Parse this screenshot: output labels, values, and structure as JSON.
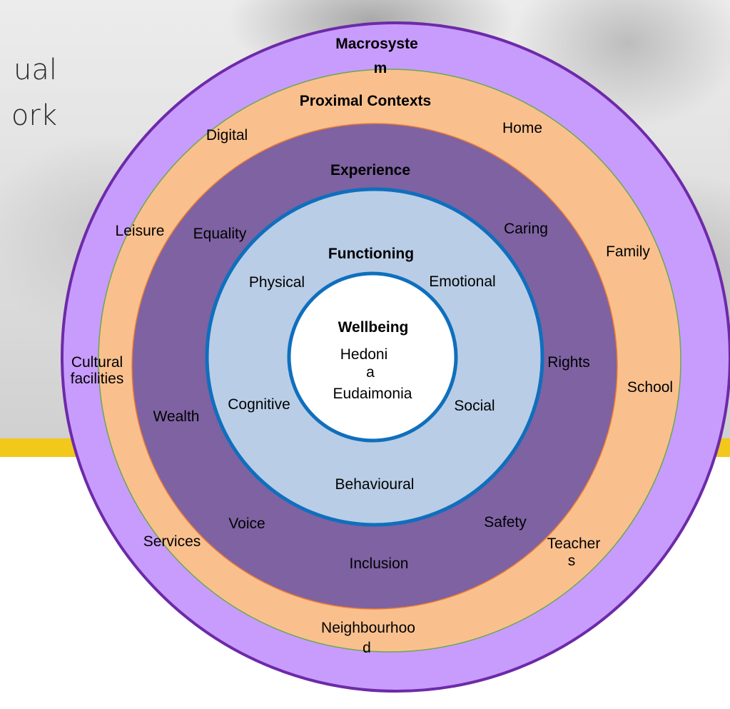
{
  "slide_title_lines": [
    "ual",
    "ork"
  ],
  "rings": {
    "macrosystem": {
      "title": "Macrosyste",
      "title_wrap": "m",
      "fill": "#c89cfc",
      "stroke": "#6d2aa8"
    },
    "proximal_contexts": {
      "title": "Proximal Contexts",
      "fill": "#f9c08e",
      "stroke": "#6aa84f",
      "items": {
        "digital": "Digital",
        "home": "Home",
        "leisure": "Leisure",
        "family": "Family",
        "cultural_1": "Cultural",
        "cultural_2": "facilities",
        "school": "School",
        "services": "Services",
        "teachers_1": "Teacher",
        "teachers_2": "s",
        "neighbourhood_1": "Neighbourhoo",
        "neighbourhood_2": "d"
      }
    },
    "experience": {
      "title": "Experience",
      "fill": "#7e62a2",
      "stroke": "#ed7d31",
      "items": {
        "equality": "Equality",
        "caring": "Caring",
        "rights": "Rights",
        "wealth": "Wealth",
        "voice": "Voice",
        "safety": "Safety",
        "inclusion": "Inclusion"
      }
    },
    "functioning": {
      "title": "Functioning",
      "fill": "#b9cde6",
      "stroke": "#0f6fbd",
      "items": {
        "physical": "Physical",
        "emotional": "Emotional",
        "cognitive": "Cognitive",
        "social": "Social",
        "behavioural": "Behavioural"
      }
    },
    "wellbeing": {
      "title": "Wellbeing",
      "fill": "#ffffff",
      "stroke": "#0f6fbd",
      "items": {
        "hedonia_1": "Hedoni",
        "hedonia_2": "a",
        "eudaimonia": "Eudaimonia"
      }
    }
  }
}
